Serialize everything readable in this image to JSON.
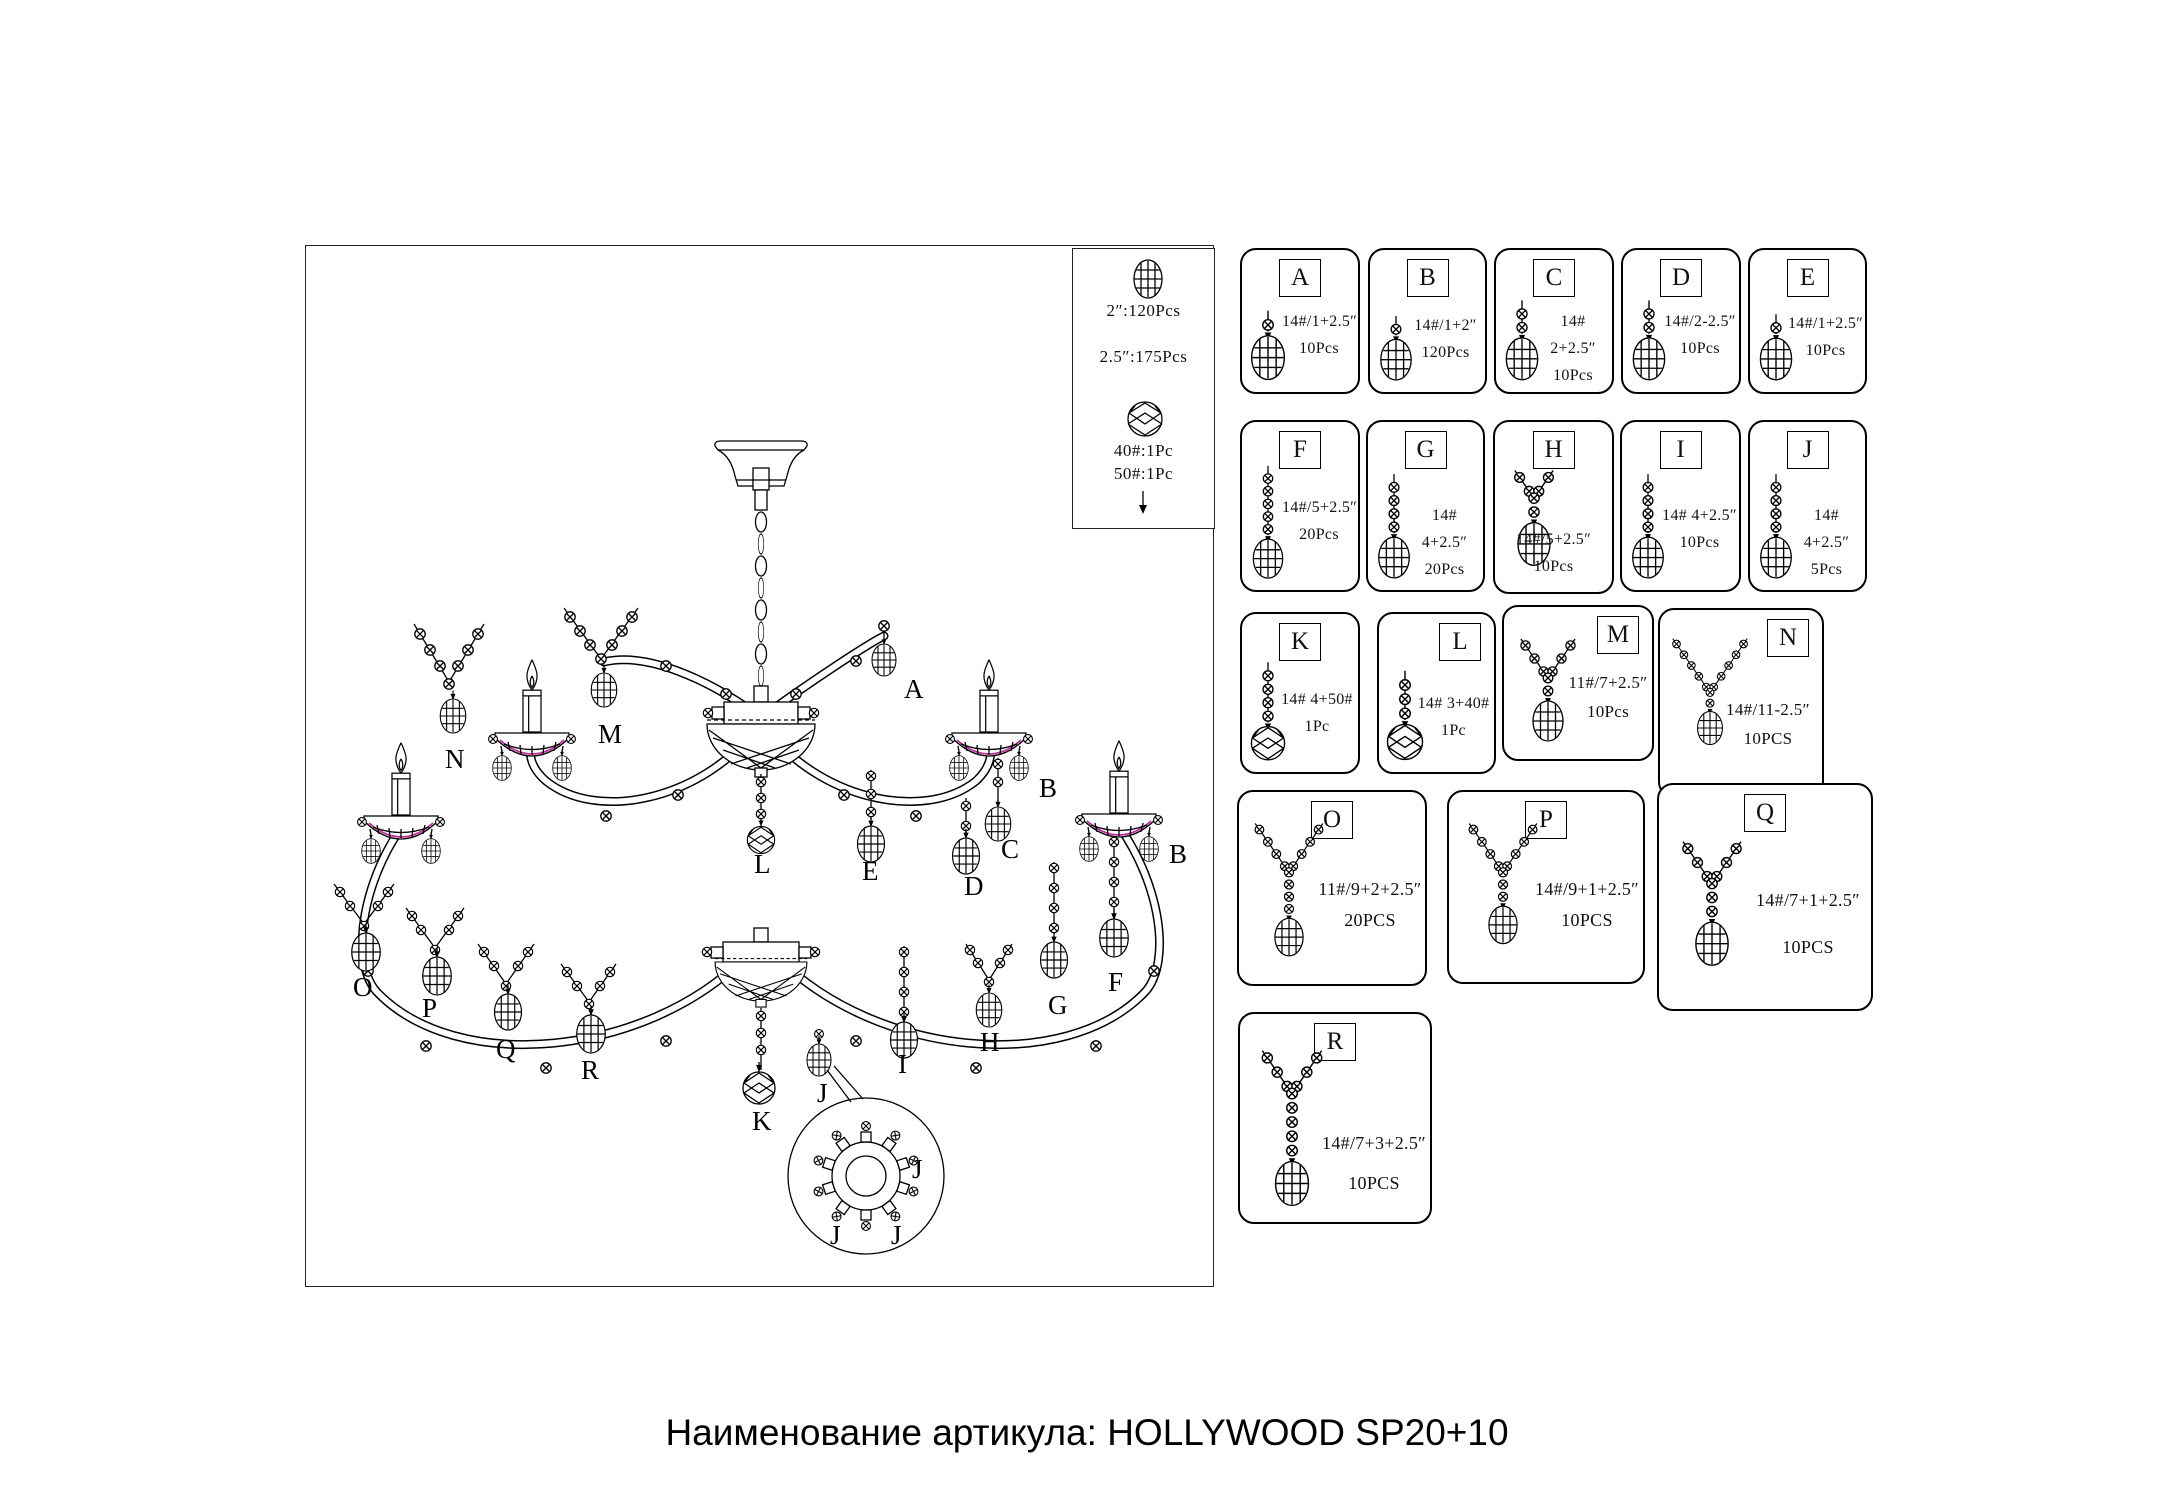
{
  "page": {
    "caption": "Наименование артикула: HOLLYWOOD SP20+10"
  },
  "legend": {
    "oval_icon": "oval-crystal-icon",
    "ball_icon": "faceted-ball-icon",
    "arrow_icon": "down-arrow-icon",
    "size1": "2″:120Pcs",
    "size2": "2.5″:175Pcs",
    "ball1": "40#:1Pc",
    "ball2": "50#:1Pc"
  },
  "diagram_labels": {
    "A": "A",
    "B": "B",
    "C": "C",
    "D": "D",
    "E": "E",
    "F": "F",
    "G": "G",
    "H": "H",
    "I": "I",
    "J": "J",
    "K": "K",
    "L": "L",
    "M": "M",
    "N": "N",
    "O": "O",
    "P": "P",
    "Q": "Q",
    "R": "R"
  },
  "parts": [
    {
      "letter": "A",
      "spec": "14#/1+2.5″",
      "qty": "10Pcs",
      "icon": {
        "arms": 0,
        "stem": 1,
        "pendant": "oval"
      }
    },
    {
      "letter": "B",
      "spec": "14#/1+2″",
      "qty": "120Pcs",
      "icon": {
        "arms": 0,
        "stem": 1,
        "pendant": "oval"
      }
    },
    {
      "letter": "C",
      "spec": "14# 2+2.5″",
      "qty": "10Pcs",
      "icon": {
        "arms": 0,
        "stem": 2,
        "pendant": "oval"
      }
    },
    {
      "letter": "D",
      "spec": "14#/2-2.5″",
      "qty": "10Pcs",
      "icon": {
        "arms": 0,
        "stem": 2,
        "pendant": "oval"
      }
    },
    {
      "letter": "E",
      "spec": "14#/1+2.5″",
      "qty": "10Pcs",
      "icon": {
        "arms": 0,
        "stem": 1,
        "pendant": "oval"
      }
    },
    {
      "letter": "F",
      "spec": "14#/5+2.5″",
      "qty": "20Pcs",
      "icon": {
        "arms": 0,
        "stem": 5,
        "pendant": "oval"
      }
    },
    {
      "letter": "G",
      "spec": "14# 4+2.5″",
      "qty": "20Pcs",
      "icon": {
        "arms": 0,
        "stem": 4,
        "pendant": "oval"
      }
    },
    {
      "letter": "H",
      "spec": "14#/5+2.5″",
      "qty": "10Pcs",
      "icon": {
        "arms": 2,
        "stem": 1,
        "pendant": "oval"
      }
    },
    {
      "letter": "I",
      "spec": "14# 4+2.5″",
      "qty": "10Pcs",
      "icon": {
        "arms": 0,
        "stem": 4,
        "pendant": "oval"
      }
    },
    {
      "letter": "J",
      "spec": "14# 4+2.5″",
      "qty": "5Pcs",
      "icon": {
        "arms": 0,
        "stem": 4,
        "pendant": "oval"
      }
    },
    {
      "letter": "K",
      "spec": "14# 4+50#",
      "qty": "1Pc",
      "icon": {
        "arms": 0,
        "stem": 4,
        "pendant": "ball"
      }
    },
    {
      "letter": "L",
      "spec": "14# 3+40#",
      "qty": "1Pc",
      "icon": {
        "arms": 0,
        "stem": 3,
        "pendant": "ball"
      }
    },
    {
      "letter": "M",
      "spec": "11#/7+2.5″",
      "qty": "10Pcs",
      "icon": {
        "arms": 3,
        "stem": 1,
        "pendant": "oval"
      }
    },
    {
      "letter": "N",
      "spec": "14#/11-2.5″",
      "qty": "10PCS",
      "icon": {
        "arms": 5,
        "stem": 1,
        "pendant": "oval"
      }
    },
    {
      "letter": "O",
      "spec": "11#/9+2+2.5″",
      "qty": "20PCS",
      "icon": {
        "arms": 4,
        "stem": 3,
        "pendant": "oval"
      }
    },
    {
      "letter": "P",
      "spec": "14#/9+1+2.5″",
      "qty": "10PCS",
      "icon": {
        "arms": 4,
        "stem": 2,
        "pendant": "oval"
      }
    },
    {
      "letter": "Q",
      "spec": "14#/7+1+2.5″",
      "qty": "10PCS",
      "icon": {
        "arms": 3,
        "stem": 2,
        "pendant": "oval"
      }
    },
    {
      "letter": "R",
      "spec": "14#/7+3+2.5″",
      "qty": "10PCS",
      "icon": {
        "arms": 3,
        "stem": 4,
        "pendant": "oval"
      }
    }
  ],
  "colors": {
    "line": "#000000",
    "bobeche_accent": "#c428a0",
    "background": "#ffffff"
  }
}
